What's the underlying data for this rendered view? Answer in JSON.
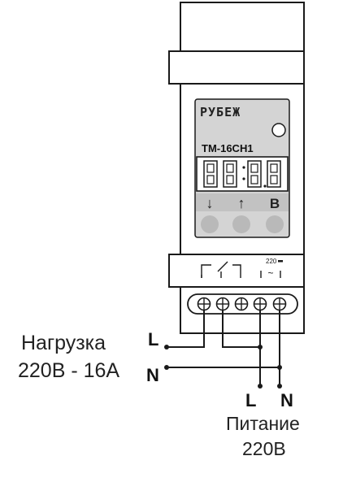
{
  "device": {
    "brand": "РУБЕЖ",
    "model": "TM-16CH1",
    "display_digits": [
      "8",
      "8",
      "8",
      "8"
    ],
    "buttons": [
      {
        "symbol": "↓",
        "name": "down"
      },
      {
        "symbol": "↑",
        "name": "up"
      },
      {
        "symbol": "B",
        "name": "b"
      }
    ],
    "power_marking": "220",
    "power_symbol": "~"
  },
  "load": {
    "caption_line1": "Нагрузка",
    "caption_line2": "220В - 16А",
    "label_L": "L",
    "label_N": "N"
  },
  "supply": {
    "label_L": "L",
    "label_N": "N",
    "caption_line1": "Питание",
    "caption_line2": "220В"
  },
  "colors": {
    "panel": "#d4d4d4",
    "button_strip": "#c2c2c2",
    "button": "#b9b9b9",
    "lines": "#1a1a1a"
  }
}
